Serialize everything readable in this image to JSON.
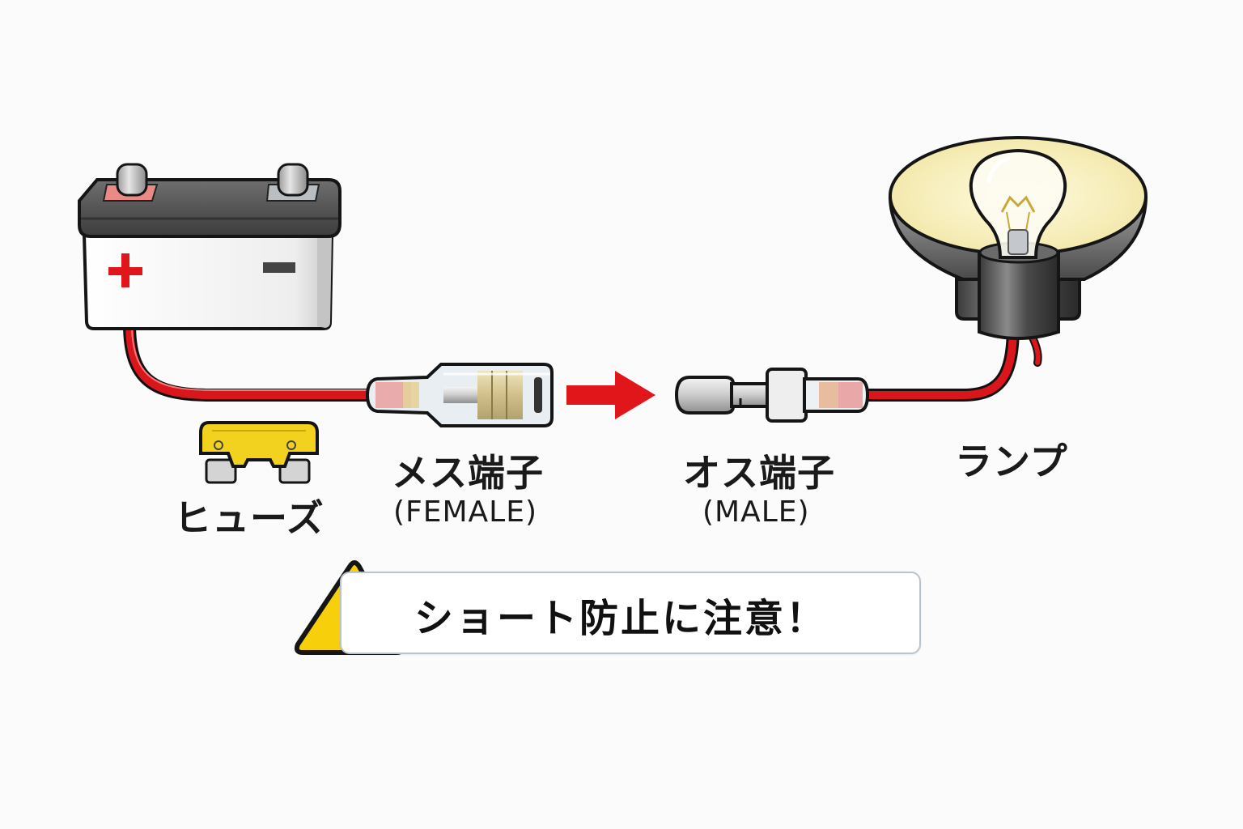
{
  "title": "Battery to lamp wiring with bullet connectors",
  "components": {
    "battery": {
      "positive_symbol": "+",
      "negative_symbol": "−"
    },
    "fuse": {
      "label": "ヒューズ"
    },
    "female_terminal": {
      "label_jp": "メス端子",
      "label_en": "(FEMALE)"
    },
    "male_terminal": {
      "label_jp": "オス端子",
      "label_en": "(MALE)"
    },
    "lamp": {
      "label": "ランプ"
    }
  },
  "connection_arrow": {
    "direction": "right",
    "color": "#e0161b"
  },
  "warning": {
    "icon": "warning-triangle-icon",
    "text": "ショート防止に注意！"
  },
  "colors": {
    "wire": "#d8161b",
    "fuse": "#f2d21e",
    "warning_yellow": "#f7cf0a"
  }
}
